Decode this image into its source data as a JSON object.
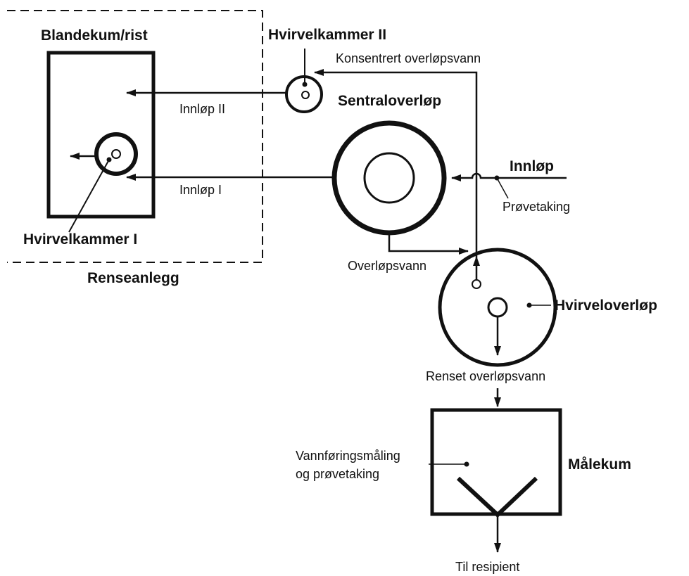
{
  "diagram": {
    "labels": {
      "blandekum": "Blandekum/rist",
      "hvirvelkammer_ii": "Hvirvelkammer II",
      "konsentrert": "Konsentrert overløpsvann",
      "sentraloverlop": "Sentraloverløp",
      "innlop_ii": "Innløp II",
      "innlop_i": "Innløp I",
      "innlop": "Innløp",
      "provetaking": "Prøvetaking",
      "hvirvelkammer_i": "Hvirvelkammer I",
      "overlopsvann": "Overløpsvann",
      "renseanlegg": "Renseanlegg",
      "hvirveloverlop": "Hvirveloverløp",
      "renset": "Renset overløpsvann",
      "vannforing_1": "Vannføringsmåling",
      "vannforing_2": "og prøvetaking",
      "malekum": "Målekum",
      "til_resipient": "Til resipient"
    }
  }
}
